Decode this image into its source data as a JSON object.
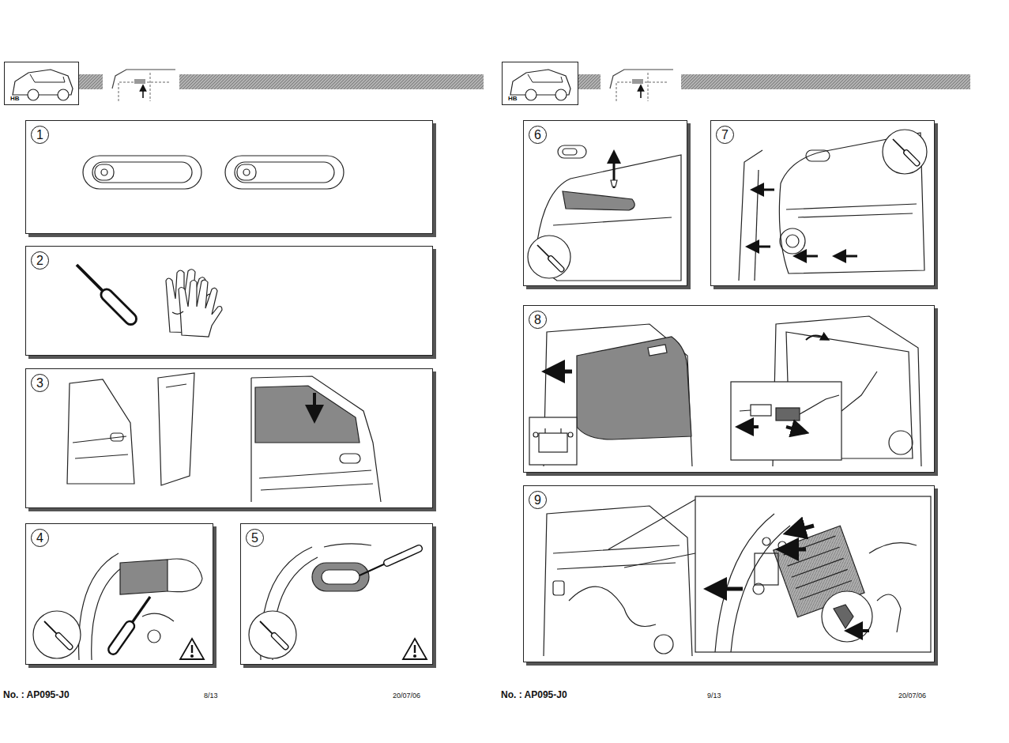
{
  "diagram": {
    "nodes": [
      {
        "text": [
          "HB"
        ]
      },
      {
        "text": [
          "1"
        ]
      },
      {
        "text": [
          "2"
        ]
      },
      {
        "text": [
          "3"
        ]
      },
      {
        "text": [
          "4"
        ]
      },
      {
        "text": [
          "5"
        ]
      },
      {
        "text": [
          "HB"
        ]
      },
      {
        "text": [
          "6"
        ]
      },
      {
        "text": [
          "7"
        ]
      },
      {
        "text": [
          "8"
        ]
      },
      {
        "text": [
          "9"
        ]
      }
    ],
    "labels": [
      "No. : AP095-J0",
      "8/13",
      "20/07/06",
      "No. : AP095-J0",
      "9/13",
      "20/07/06"
    ]
  }
}
